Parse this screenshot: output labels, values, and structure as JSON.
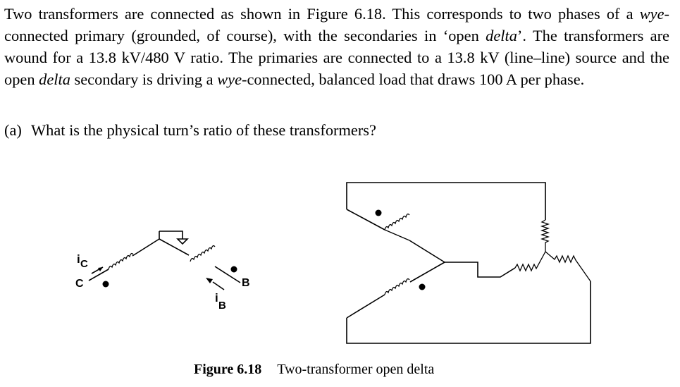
{
  "problem": {
    "t1": "Two transformers are connected as shown in Figure 6.18. This corresponds to two phases of a ",
    "t2": "wye",
    "t3": "-connected primary (grounded, of course), with the secondaries in ‘open ",
    "t4": "delta",
    "t5": "’. The transformers are wound for a 13.8 kV/480 V ratio. The primaries are connected to a 13.8 kV (line–line) source and the open ",
    "t6": "delta",
    "t7": " secondary is driving a ",
    "t8": "wye",
    "t9": "-connected, balanced load that draws 100 A per phase."
  },
  "question": {
    "label": "(a)",
    "text": "What is the physical turn’s ratio of these transformers?"
  },
  "figure": {
    "left": {
      "current_c": "i",
      "current_c_sub": "C",
      "node_c": "C",
      "current_b": "i",
      "current_b_sub": "B",
      "node_b": "B"
    },
    "caption_number": "Figure 6.18",
    "caption_text": "Two-transformer open delta"
  }
}
